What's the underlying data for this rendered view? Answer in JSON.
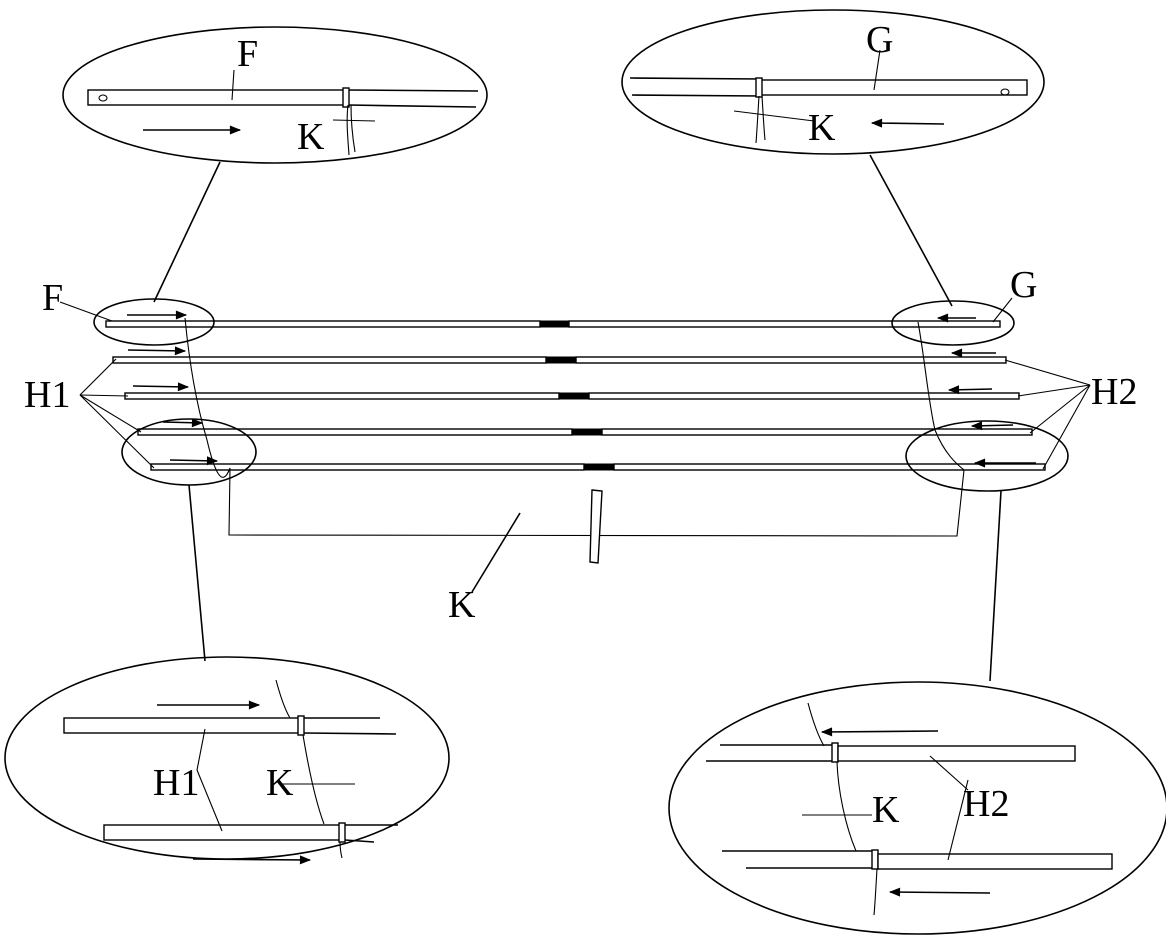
{
  "labels": {
    "f": "F",
    "g": "G",
    "k": "K",
    "h1": "H1",
    "h2": "H2"
  },
  "colors": {
    "line": "#000000",
    "background": "#ffffff"
  }
}
